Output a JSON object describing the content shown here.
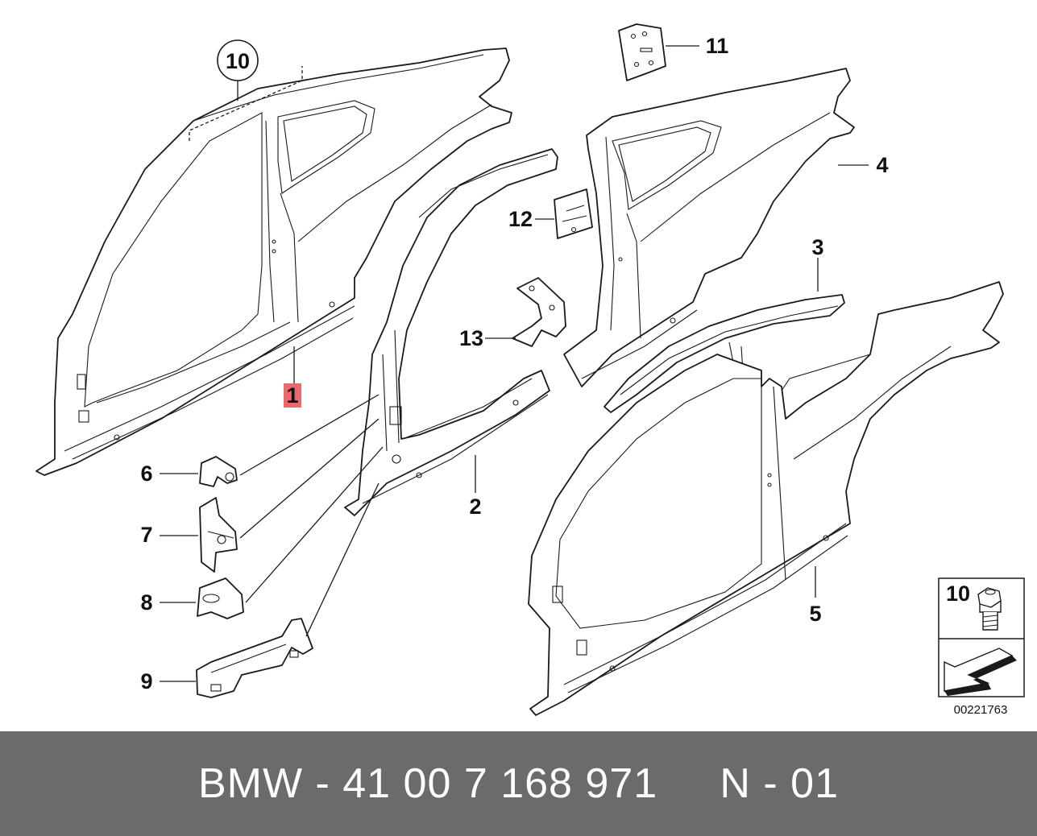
{
  "diagram": {
    "callouts": {
      "c1": "1",
      "c2": "2",
      "c3": "3",
      "c4": "4",
      "c5": "5",
      "c6": "6",
      "c7": "7",
      "c8": "8",
      "c9": "9",
      "c10": "10",
      "c11": "11",
      "c12": "12",
      "c13": "13"
    },
    "highlight_color": "#e86a6a",
    "inset": {
      "label": "10",
      "image_number": "00221763"
    }
  },
  "footer": {
    "part_number": "BMW - 41 00 7 168 971",
    "suffix": "N - 01",
    "background": "#6b6b6b"
  }
}
